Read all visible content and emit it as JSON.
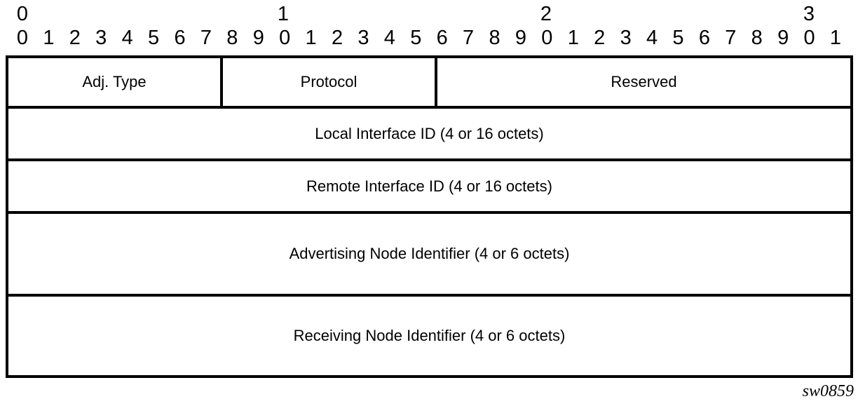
{
  "ruler": {
    "tens": [
      "0",
      "1",
      "2",
      "3"
    ],
    "units": [
      "0",
      "1",
      "2",
      "3",
      "4",
      "5",
      "6",
      "7",
      "8",
      "9",
      "0",
      "1",
      "2",
      "3",
      "4",
      "5",
      "6",
      "7",
      "8",
      "9",
      "0",
      "1",
      "2",
      "3",
      "4",
      "5",
      "6",
      "7",
      "8",
      "9",
      "0",
      "1"
    ]
  },
  "fields": {
    "adj_type": "Adj. Type",
    "protocol": "Protocol",
    "reserved": "Reserved",
    "local_interface_id": "Local Interface ID (4 or 16 octets)",
    "remote_interface_id": "Remote Interface ID (4 or 16 octets)",
    "advertising_node_identifier": "Advertising Node Identifier (4 or 6 octets)",
    "receiving_node_identifier": "Receiving Node Identifier (4 or 6 octets)"
  },
  "figure_id": "sw0859"
}
